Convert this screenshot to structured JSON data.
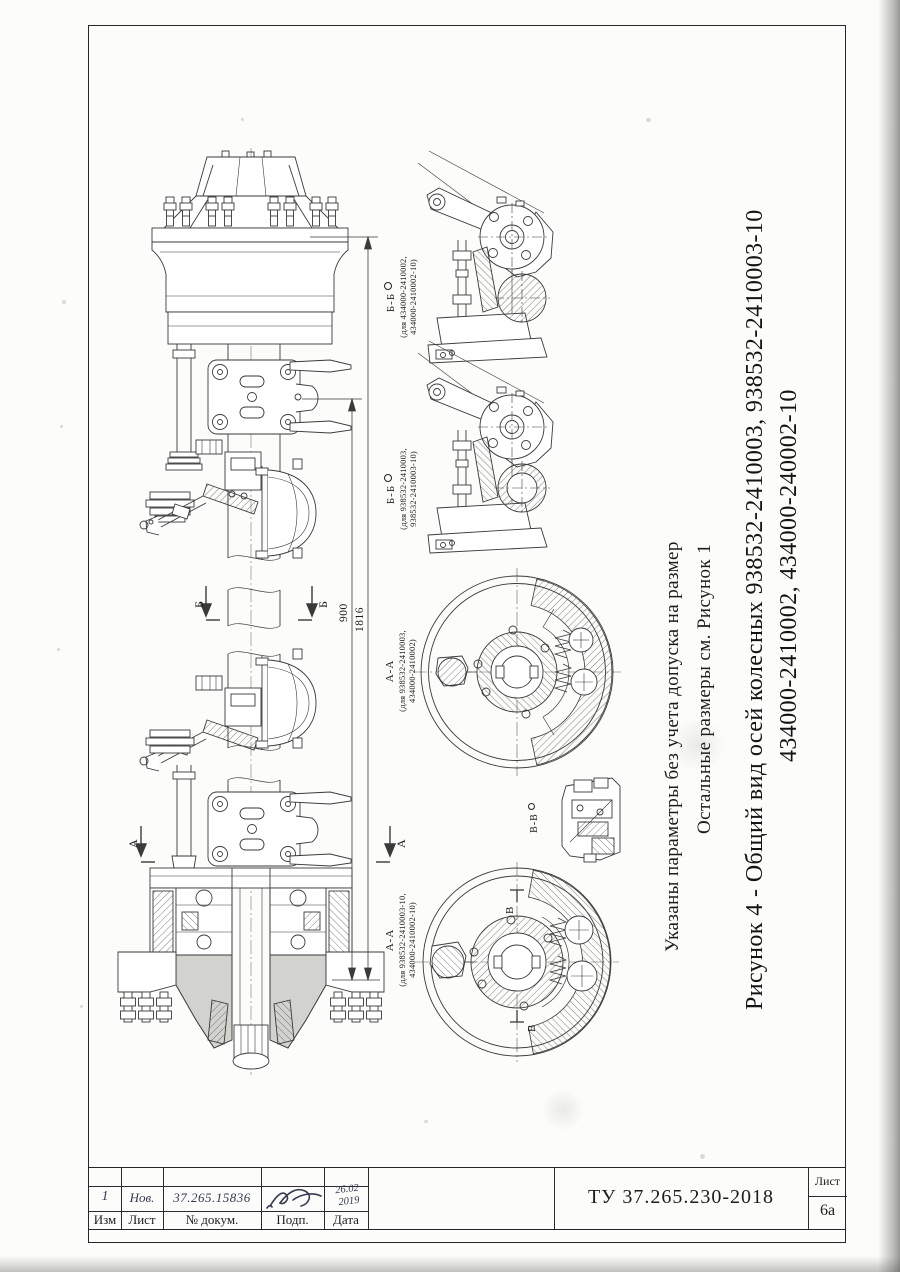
{
  "notes": {
    "note1": "Указаны параметры без учета допуска на размер",
    "note2": "Остальные размеры см. Рисунок 1"
  },
  "title": {
    "line1": "Рисунок 4 - Общий вид осей колесных 938532-2410003, 938532-2410003-10",
    "line2": "434000-2410002, 434000-240002-10"
  },
  "sections": {
    "s1": {
      "name": "Б-Б",
      "for1": "(для 434000-2410002,",
      "for2": "434000-2410002-10)"
    },
    "s2": {
      "name": "Б-Б",
      "for1": "(для 938532-2410003,",
      "for2": "938532-2410003-10)"
    },
    "s3": {
      "name": "А-А",
      "for1": "(для 938532-2410003,",
      "for2": "434000-2410002)"
    },
    "s4": {
      "name": "А-А",
      "for1": "(для 938532-2410003-10,",
      "for2": "434000-2410002-10)"
    },
    "v": {
      "name": "В-В"
    }
  },
  "markers": {
    "b": "Б",
    "a": "А",
    "v": "В"
  },
  "dims": {
    "d900": "900",
    "d1816": "1816"
  },
  "titleblock": {
    "headers": {
      "izm": "Изм",
      "list": "Лист",
      "doc": "№ докум.",
      "podp": "Подп.",
      "data": "Дата"
    },
    "entry": {
      "izm": "1",
      "list": "Нов.",
      "doc": "37.265.15836",
      "date1": "26.02",
      "date2": "2019"
    },
    "doc_number": "ТУ 37.265.230-2018",
    "sheet_label": "Лист",
    "sheet_value": "6а"
  }
}
